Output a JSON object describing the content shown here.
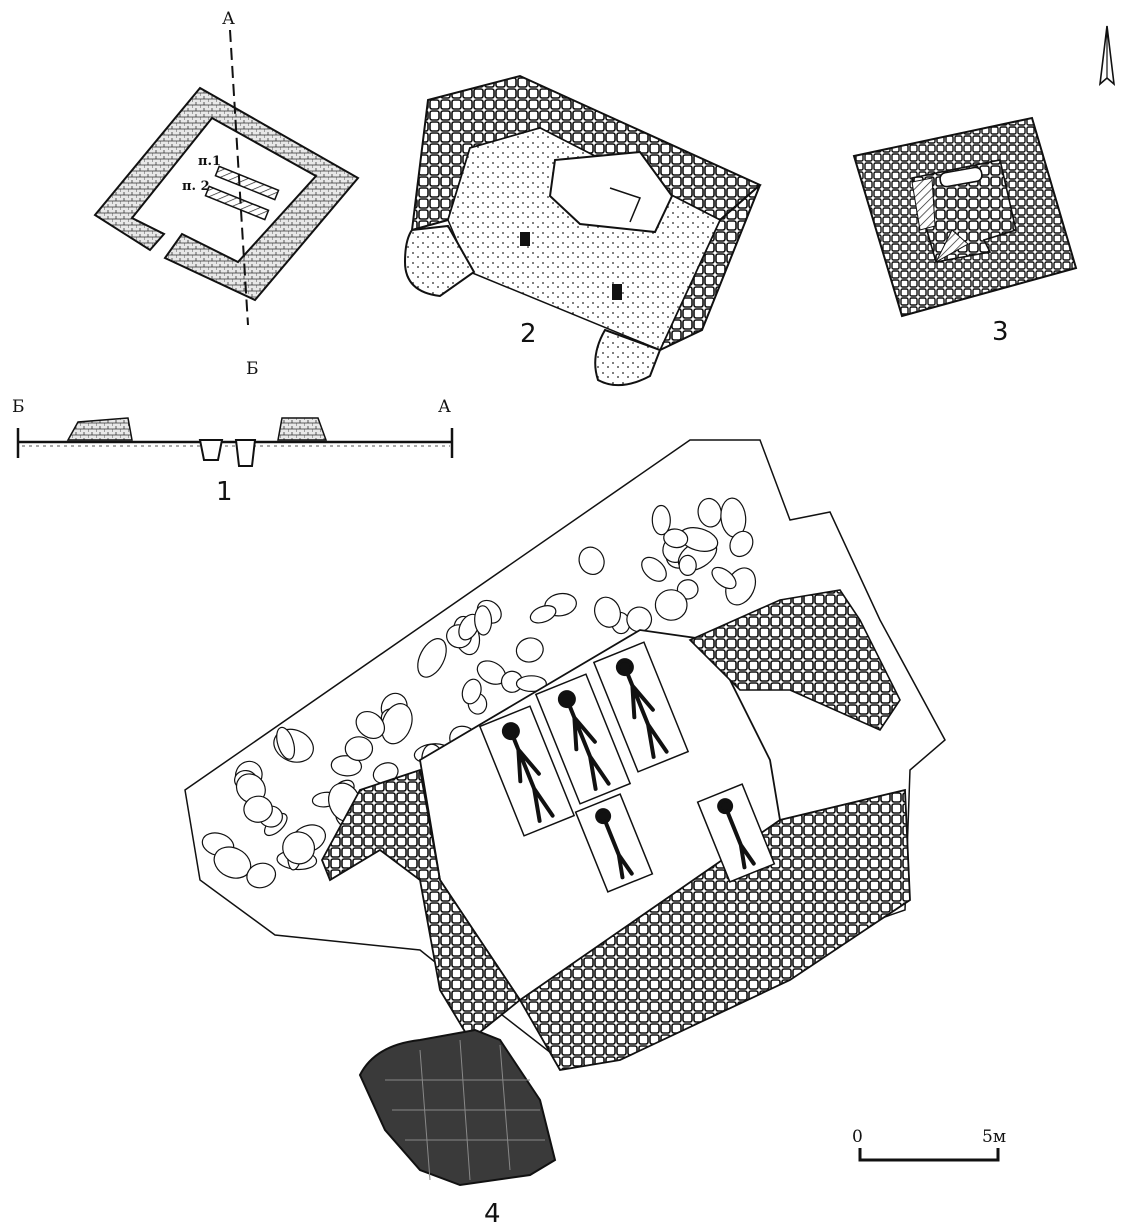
{
  "figures": [
    {
      "label": "1"
    },
    {
      "label": "2"
    },
    {
      "label": "3"
    },
    {
      "label": "4"
    }
  ],
  "fig1_section": {
    "plan_marker_top": "А",
    "plan_marker_bottom": "Б",
    "section_left": "Б",
    "section_right": "А",
    "burial_1": "п.1",
    "burial_2": "п. 2"
  },
  "scale_bar": {
    "start_label": "0",
    "end_label": "5м"
  },
  "north_arrow": {
    "icon": "north-arrow-icon"
  }
}
